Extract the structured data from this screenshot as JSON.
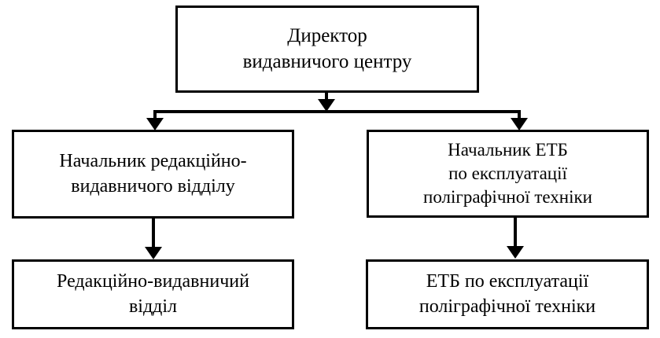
{
  "diagram": {
    "type": "organizational-chart",
    "language": "uk",
    "background_color": "#ffffff",
    "line_color": "#000000",
    "text_color": "#000000",
    "nodes": [
      {
        "id": "director",
        "level": 1,
        "label": "Директор\nвидавничого центру"
      },
      {
        "id": "head-editorial",
        "level": 2,
        "column": "left",
        "label": "Начальник редакційно-\nвидавничого відділу"
      },
      {
        "id": "head-etb",
        "level": 2,
        "column": "right",
        "label": "Начальник ЕТБ\nпо експлуатації\nполіграфічної техніки"
      },
      {
        "id": "editorial-dept",
        "level": 3,
        "column": "left",
        "label": "Редакційно-видавничий\nвідділ"
      },
      {
        "id": "etb-dept",
        "level": 3,
        "column": "right",
        "label": "ЕТБ по експлуатації\nполіграфічної техніки"
      }
    ],
    "edges": [
      {
        "from": "director",
        "to": "head-editorial",
        "style": "elbow-arrow"
      },
      {
        "from": "director",
        "to": "head-etb",
        "style": "elbow-arrow"
      },
      {
        "from": "head-editorial",
        "to": "editorial-dept",
        "style": "straight-arrow"
      },
      {
        "from": "head-etb",
        "to": "etb-dept",
        "style": "straight-arrow"
      }
    ]
  }
}
